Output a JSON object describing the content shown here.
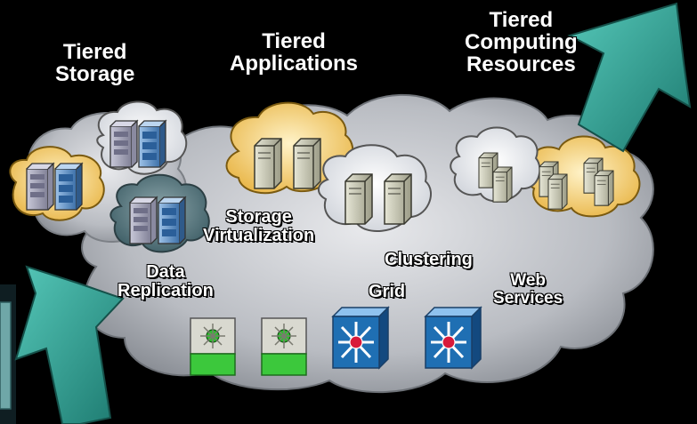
{
  "labels": {
    "tiered_storage": [
      "Tiered",
      "Storage"
    ],
    "tiered_applications": [
      "Tiered",
      "Applications"
    ],
    "tiered_computing": [
      "Tiered",
      "Computing",
      "Resources"
    ],
    "storage_virtualization": [
      "Storage",
      "Virtualization"
    ],
    "data_replication": [
      "Data",
      "Replication"
    ],
    "clustering": "Clustering",
    "grid": "Grid",
    "web_services": [
      "Web",
      "Services"
    ]
  },
  "colors": {
    "background": "#000000",
    "cloud_gray": "#c7c9cd",
    "cloud_yellow": "#f2c86a",
    "cloud_white": "#f1f1f4",
    "cloud_slate": "#5f7f86",
    "arrow_teal": "#2e9f93",
    "switch_blue": "#1f6fb3",
    "router_green": "#3cc83c"
  },
  "icons": [
    "server-icon",
    "storage-array-icon",
    "network-switch-icon",
    "router-icon",
    "arrow-icon",
    "cloud-icon"
  ]
}
